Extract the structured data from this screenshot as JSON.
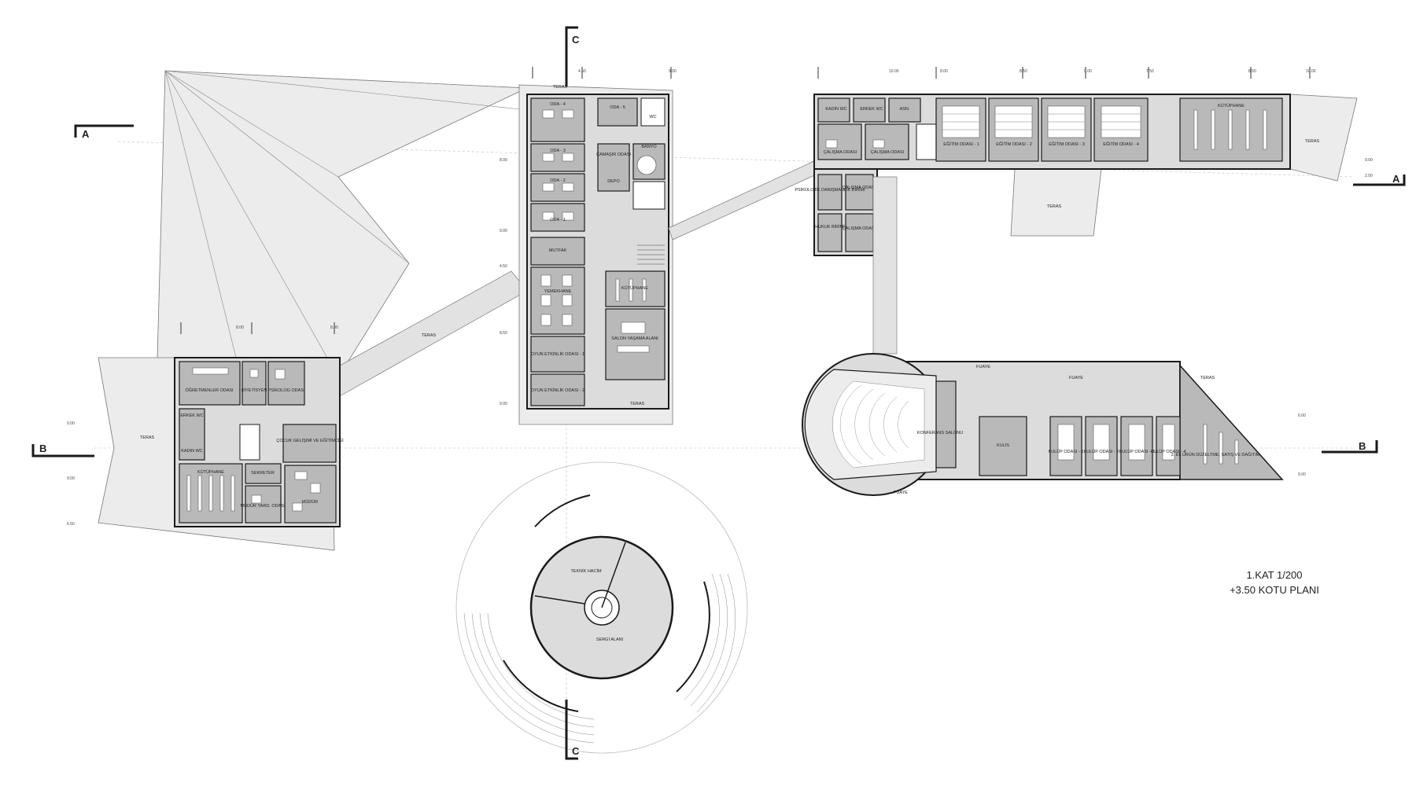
{
  "title": {
    "line1": "1.KAT 1/200",
    "line2": "+3.50 KOTU PLANI"
  },
  "sections": {
    "a": "A",
    "b": "B",
    "c": "C"
  },
  "labels": {
    "teras": "TERAS",
    "fuaye": "FUAYE",
    "oda4": "ODA - 4",
    "oda3": "ODA - 3",
    "oda2": "ODA - 2",
    "oda1": "ODA - 1",
    "oda5": "ODA - 5",
    "wc": "WC",
    "camasir": "ÇAMAŞIR ODASI",
    "banyo": "BANYO",
    "depo": "DEPO",
    "mutfak": "MUTFAK",
    "yemekhane": "YEMEKHANE",
    "kutuphane": "KÜTÜPHANE",
    "salon": "SALON YAŞAMA ALANI",
    "oyun1": "OYUN ETKİNLİK ODASI - 1",
    "oyun2": "OYUN ETKİNLİK ODASI - 2",
    "ogretmenler": "ÖĞRETMENLER ODASI",
    "diyetisyen": "DİYETİSYEN",
    "psikolog": "PSİKOLOG ODASI",
    "erkekwc": "ERKEK WC",
    "kadinwc": "KADIN WC",
    "cocuk": "ÇOCUK GELİŞİMİ VE EĞİTİMCİSİ",
    "sekreter": "SEKRETER",
    "mudur": "MÜDÜR",
    "mudur_yard": "MÜDÜR YARD. ODASI",
    "calisma": "ÇALIŞMA ODASI",
    "asansor": "ASN.",
    "egitim1": "EĞİTİM ODASI - 1",
    "egitim2": "EĞİTİM ODASI - 2",
    "egitim3": "EĞİTİM ODASI - 3",
    "egitim4": "EĞİTİM ODASI - 4",
    "psiko_birim": "PSİKOLOJİK DANIŞMANLIK BİRİMİ",
    "hukuk": "HUKUK BİRİMİ",
    "konferans": "KONFERANS SALONU",
    "kulis": "KULİS",
    "kulup1": "KULÜP ODASI - 1",
    "kulup2": "KULÜP ODASI - 2",
    "kulup3": "KULÜP ODASI - 3",
    "kulup4": "KULÜP ODASI - 4",
    "satis": "2. EL ÜRÜN DÜZELTME, SATIŞ VE DAĞITIM",
    "teknik": "TEKNİK HACİM",
    "sergi": "SERGİ ALANI"
  },
  "dims": {
    "d450": "4.50",
    "d900": "9.00",
    "d850": "8.50",
    "d800": "8.00",
    "d750": "7.50",
    "d200": "2.00",
    "d1000": "10.00",
    "d600": "6.00",
    "d650": "6.50"
  },
  "colors": {
    "room": "#b9b9b9",
    "terrace": "#ececec",
    "corridor": "#dcdcdc",
    "wall": "#1a1a1a",
    "furniture": "#ffffff"
  }
}
